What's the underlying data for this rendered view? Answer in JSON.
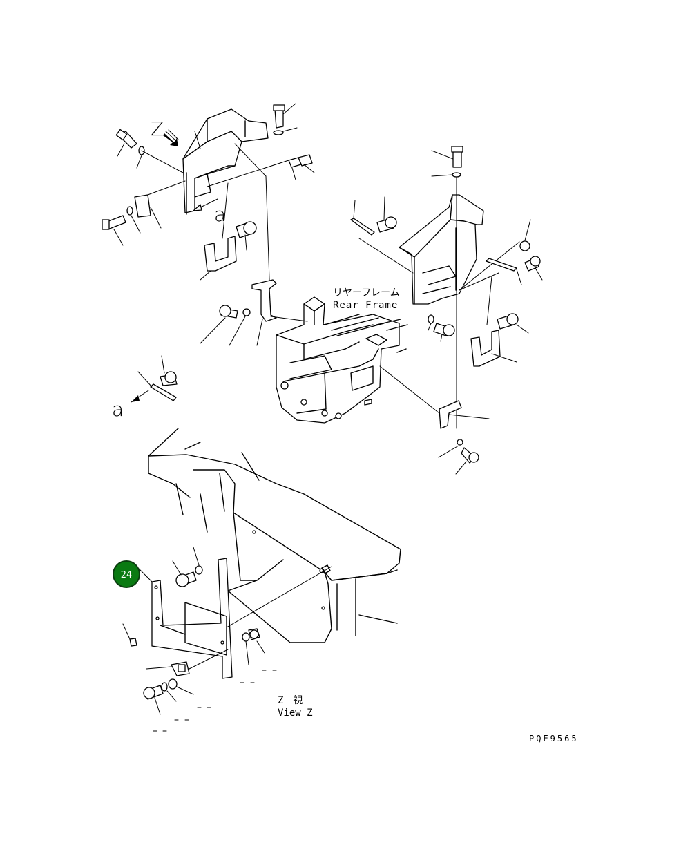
{
  "labels": {
    "rear_frame_jp": "リヤーフレーム",
    "rear_frame_en": "Rear Frame",
    "view_jp": "Z　視",
    "view_en": "View Z",
    "drawing_code": "PQE9565",
    "view_letter": "Z",
    "detail_letter_top": "a",
    "detail_letter_left": "a"
  },
  "callout": {
    "number": "24",
    "color": "#0a7a12",
    "ring_color": "#0b3d10"
  },
  "icons": [
    "view-direction-arrow-icon",
    "callout-badge-icon"
  ]
}
